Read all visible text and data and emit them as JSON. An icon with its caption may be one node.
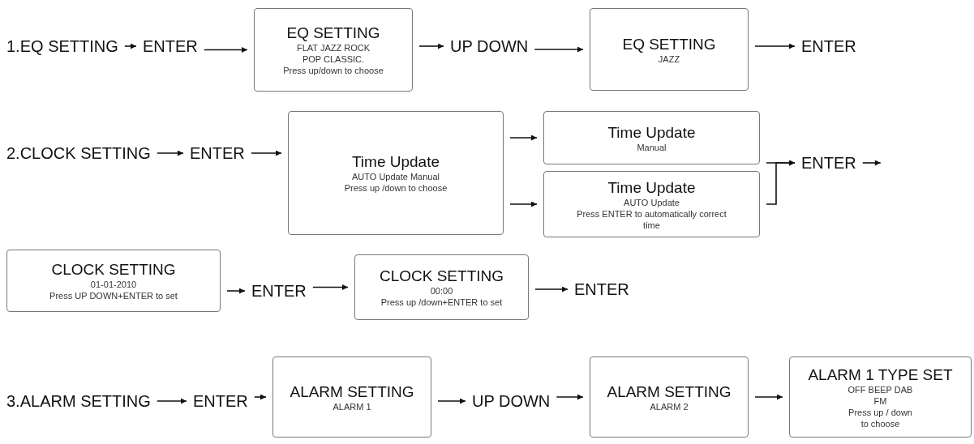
{
  "diagram": {
    "nodes": [
      {
        "text": [
          "1.EQ SETTING"
        ]
      },
      {
        "text": [
          "ENTER"
        ]
      },
      {
        "text": [
          "EQ SETTING",
          "FLAT JAZZ ROCK",
          "POP CLASSIC.",
          "Press up/down to choose"
        ]
      },
      {
        "text": [
          "UP DOWN"
        ]
      },
      {
        "text": [
          "EQ SETTING",
          "JAZZ"
        ]
      },
      {
        "text": [
          "ENTER"
        ]
      },
      {
        "text": [
          "2.CLOCK SETTING"
        ]
      },
      {
        "text": [
          "ENTER"
        ]
      },
      {
        "text": [
          "Time Update",
          "AUTO Update Manual",
          "Press up /down to choose"
        ]
      },
      {
        "text": [
          "Time Update",
          "Manual"
        ]
      },
      {
        "text": [
          "Time Update",
          "AUTO Update",
          "Press ENTER to automatically correct time"
        ]
      },
      {
        "text": [
          "ENTER"
        ]
      },
      {
        "text": [
          "CLOCK SETTING",
          "01-01-2010",
          "Press UP DOWN+ENTER to set"
        ]
      },
      {
        "text": [
          "ENTER"
        ]
      },
      {
        "text": [
          "CLOCK SETTING",
          "00:00",
          "Press up /down+ENTER to set"
        ]
      },
      {
        "text": [
          "ENTER"
        ]
      },
      {
        "text": [
          "3.ALARM SETTING"
        ]
      },
      {
        "text": [
          "ENTER"
        ]
      },
      {
        "text": [
          "ALARM SETTING",
          "ALARM 1"
        ]
      },
      {
        "text": [
          "UP DOWN"
        ]
      },
      {
        "text": [
          "ALARM SETTING",
          "ALARM 2"
        ]
      },
      {
        "text": [
          "ALARM 1 TYPE SET",
          "OFF BEEP DAB FM",
          "Press up / down to choose"
        ]
      }
    ],
    "edges": [
      {
        "from": 0,
        "to": 1,
        "arrow": "to"
      },
      {
        "from": 1,
        "to": 2,
        "arrow": "to"
      },
      {
        "from": 2,
        "to": 3,
        "arrow": "to"
      },
      {
        "from": 3,
        "to": 4,
        "arrow": "to"
      },
      {
        "from": 4,
        "to": 5,
        "arrow": "to"
      },
      {
        "from": 6,
        "to": 7,
        "arrow": "to"
      },
      {
        "from": 7,
        "to": 8,
        "arrow": "to"
      },
      {
        "from": 8,
        "to": 9,
        "arrow": "to"
      },
      {
        "from": 8,
        "to": 10,
        "arrow": "to"
      },
      {
        "from": 9,
        "to": 11,
        "arrow": "to"
      },
      {
        "from": 10,
        "to": 11,
        "arrow": "to"
      },
      {
        "from": 11,
        "to": null,
        "arrow": "to"
      },
      {
        "from": 12,
        "to": 13,
        "arrow": "to"
      },
      {
        "from": 13,
        "to": 14,
        "arrow": "to"
      },
      {
        "from": 14,
        "to": 15,
        "arrow": "to"
      },
      {
        "from": 16,
        "to": 17,
        "arrow": "to"
      },
      {
        "from": 17,
        "to": 18,
        "arrow": "to"
      },
      {
        "from": 18,
        "to": 19,
        "arrow": "to"
      },
      {
        "from": 19,
        "to": 20,
        "arrow": "to"
      },
      {
        "from": 20,
        "to": 21,
        "arrow": "to"
      }
    ]
  }
}
